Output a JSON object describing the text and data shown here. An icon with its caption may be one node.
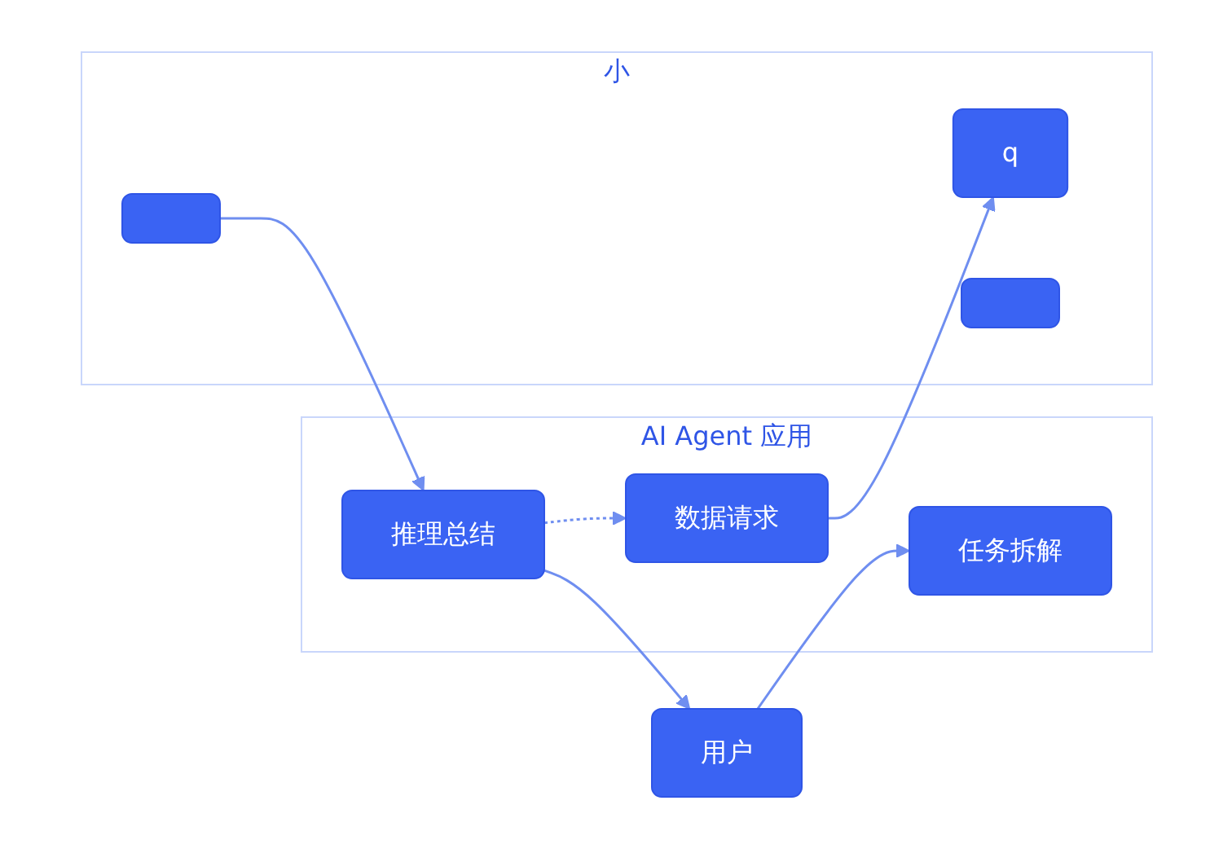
{
  "diagram": {
    "nodes": [
      {
        "text": [
          "用户"
        ]
      },
      {
        "text": [
          "AI Agent 应用"
        ]
      },
      {
        "text": [
          "任务拆解"
        ],
        "in": 1
      },
      {
        "text": [
          "数据请求"
        ],
        "in": 1
      },
      {
        "text": [
          "推理总结"
        ],
        "in": 1
      },
      {
        "text": [
          "小"
        ]
      },
      {
        "text": [
          "q"
        ],
        "in": 5
      },
      {
        "text": [],
        "shape": "box",
        "in": 5
      },
      {
        "text": [],
        "shape": "box",
        "in": 5
      }
    ],
    "edges": [
      {
        "from": 0,
        "to": 2,
        "arrow": "to"
      },
      {
        "from": 3,
        "to": 6,
        "arrow": "to"
      },
      {
        "from": 4,
        "to": 3,
        "arrow": "to",
        "style": "dashed"
      },
      {
        "from": 8,
        "to": 4,
        "arrow": "to"
      },
      {
        "from": 4,
        "to": 0,
        "arrow": "to"
      }
    ]
  }
}
